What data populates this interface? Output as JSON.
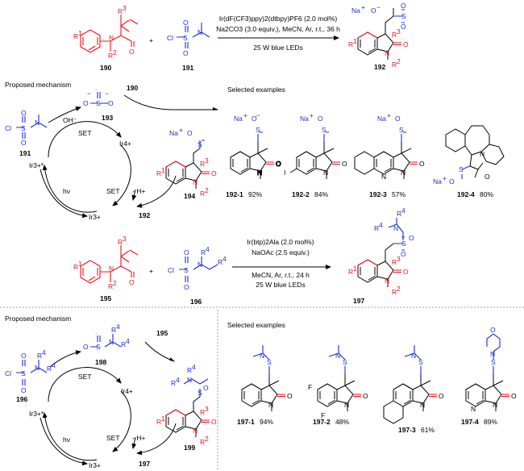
{
  "reaction_1": {
    "reactant_a": "190",
    "reactant_b": "191",
    "product": "192",
    "conditions": [
      "Ir(dF(CF3)ppy)2(dtbpy)PF6 (2.0 mol%)",
      "Na2CO3 (3.0 equiv.), MeCN, Ar, r.t., 36 h",
      "25 W blue LEDs"
    ]
  },
  "mechanism_1": {
    "heading": "Proposed mechanism",
    "species": [
      "191",
      "193",
      "190",
      "194",
      "192"
    ],
    "labels": {
      "so2": "SO2",
      "oh": "OH⁻",
      "set1": "SET",
      "set2": "SET",
      "minus_h": "- H+",
      "ir3": "Ir3+",
      "ir3s": "Ir3+*",
      "ir4": "Ir4+",
      "hv": "hν"
    }
  },
  "examples_1": {
    "heading": "Selected examples",
    "items": [
      {
        "id": "192-1",
        "yield": "92%"
      },
      {
        "id": "192-2",
        "yield": "84%"
      },
      {
        "id": "192-3",
        "yield": "57%"
      },
      {
        "id": "192-4",
        "yield": "80%"
      }
    ]
  },
  "reaction_2": {
    "reactant_a": "195",
    "reactant_b": "196",
    "product": "197",
    "conditions": [
      "Ir(btp)2Ala (2.0 mol%)",
      "NaOAc (2.5 equiv.)",
      "MeCN, Ar, r.t., 24 h",
      "25 W blue LEDs"
    ]
  },
  "mechanism_2": {
    "heading": "Proposed mechanism",
    "species": [
      "196",
      "198",
      "195",
      "199",
      "197"
    ],
    "labels": {
      "set1": "SET",
      "set2": "SET",
      "minus_h": "- H+",
      "ir3": "Ir3+",
      "ir3s": "Ir3+*",
      "ir4": "Ir4+",
      "hv": "hν"
    }
  },
  "examples_2": {
    "heading": "Selected examples",
    "items": [
      {
        "id": "197-1",
        "yield": "94%"
      },
      {
        "id": "197-2",
        "yield": "48%"
      },
      {
        "id": "197-3",
        "yield": "61%"
      },
      {
        "id": "197-4",
        "yield": "89%"
      }
    ]
  },
  "colors": {
    "red": "#e8141c",
    "blue": "#1a2fd0",
    "black": "#000000"
  }
}
